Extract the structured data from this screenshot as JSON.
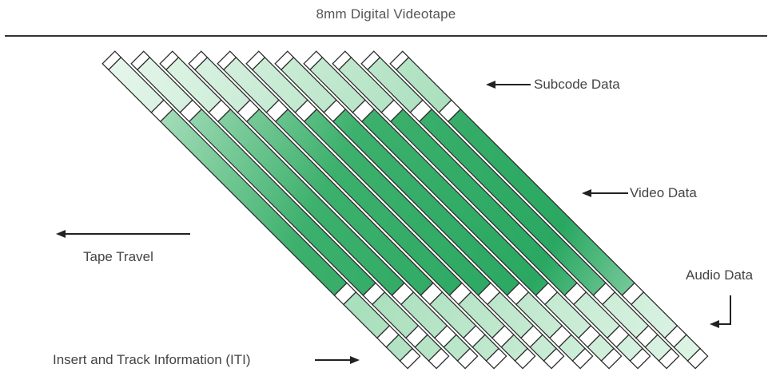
{
  "diagram": {
    "title": "8mm Digital Videotape",
    "labels": {
      "subcode": "Subcode Data",
      "video": "Video Data",
      "audio": "Audio Data",
      "tape_travel": "Tape Travel",
      "iti": "Insert and Track Information (ITI)"
    },
    "track_count": 11,
    "track_sections": [
      "ITI",
      "Audio",
      "Video",
      "Subcode"
    ],
    "colors": {
      "stroke": "#2f2f2f",
      "track_dark": "#2aa862",
      "track_light": "#dff4e6",
      "text": "#444444"
    }
  }
}
